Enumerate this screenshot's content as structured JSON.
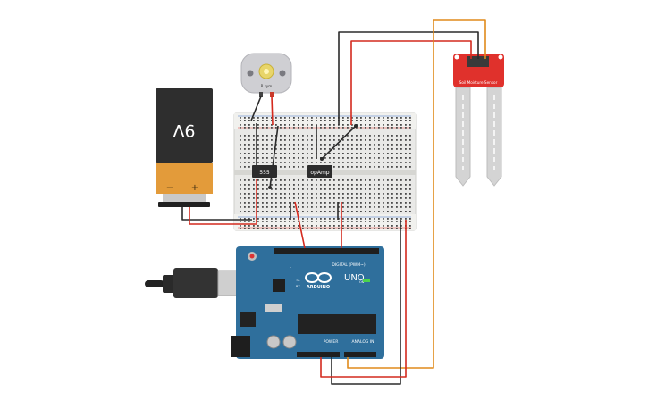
{
  "battery": {
    "label": "9V",
    "minus": "−",
    "plus": "+"
  },
  "motor": {
    "label": "R sym"
  },
  "breadboard": {
    "chips": [
      {
        "label": "555"
      },
      {
        "label": "opAmp"
      }
    ]
  },
  "soil_sensor": {
    "label": "Soil Moisture Sensor"
  },
  "arduino": {
    "brand": "ARDUINO",
    "model": "UNO",
    "digital_label": "DIGITAL (PWM~)",
    "power_label": "POWER",
    "analog_label": "ANALOG IN",
    "tx_label": "TX",
    "rx_label": "RX",
    "on_label": "ON",
    "l_label": "L"
  },
  "colors": {
    "wire_red": "#d42a1e",
    "wire_black": "#2b2b2b",
    "wire_orange": "#e08a1b",
    "arduino_blue": "#2f6f9c",
    "sensor_red": "#e0312c",
    "battery_orange": "#e39b3a"
  }
}
